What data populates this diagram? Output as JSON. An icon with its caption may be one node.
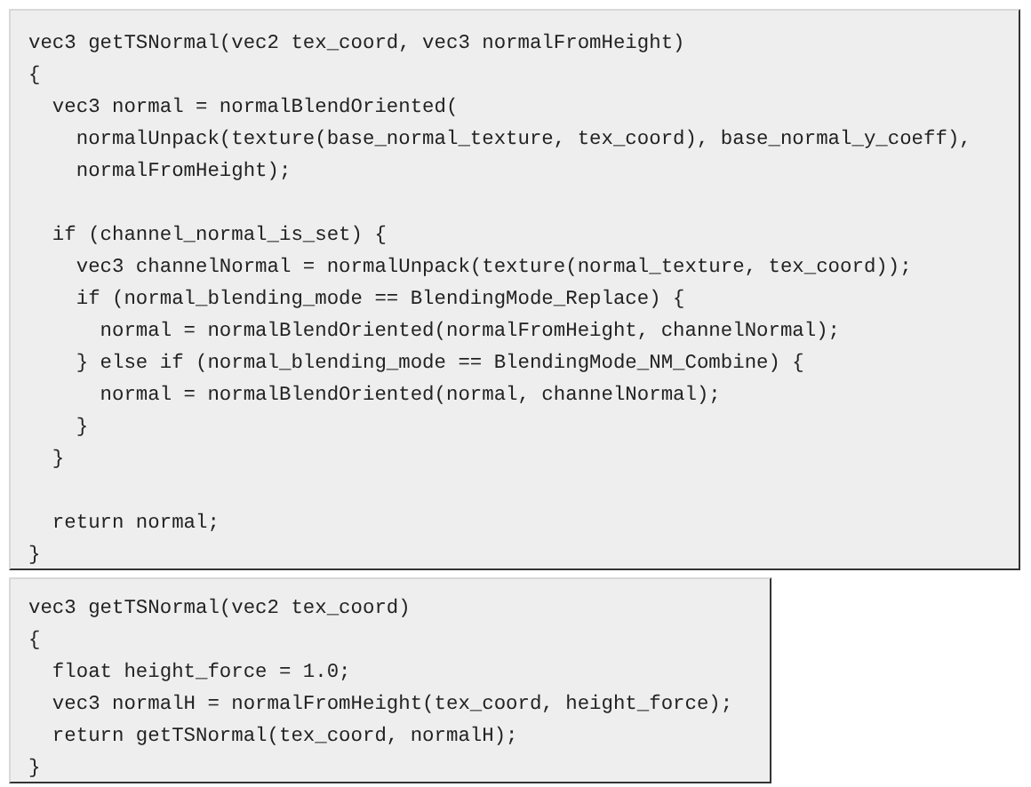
{
  "diagram": {
    "nodes": [
      {
        "text": [
          "vec3 getTSNormal(vec2 tex_coord, vec3 normalFromHeight)",
          "{",
          "  vec3 normal = normalBlendOriented(",
          "    normalUnpack(texture(base_normal_texture, tex_coord), base_normal_y_coeff),",
          "    normalFromHeight);",
          "  if (channel_normal_is_set) {",
          "    vec3 channelNormal = normalUnpack(texture(normal_texture, tex_coord));",
          "    if (normal_blending_mode == BlendingMode_Replace) {",
          "      normal = normalBlendOriented(normalFromHeight, channelNormal);",
          "    } else if (normal_blending_mode == BlendingMode_NM_Combine) {",
          "      normal = normalBlendOriented(normal, channelNormal);",
          "    }",
          "  }",
          "  return normal;",
          "}"
        ]
      },
      {
        "text": [
          "vec3 getTSNormal(vec2 tex_coord)",
          "{",
          "  float height_force = 1.0;",
          "  vec3 normalH = normalFromHeight(tex_coord, height_force);",
          "  return getTSNormal(tex_coord, normalH);",
          "}"
        ]
      }
    ]
  }
}
